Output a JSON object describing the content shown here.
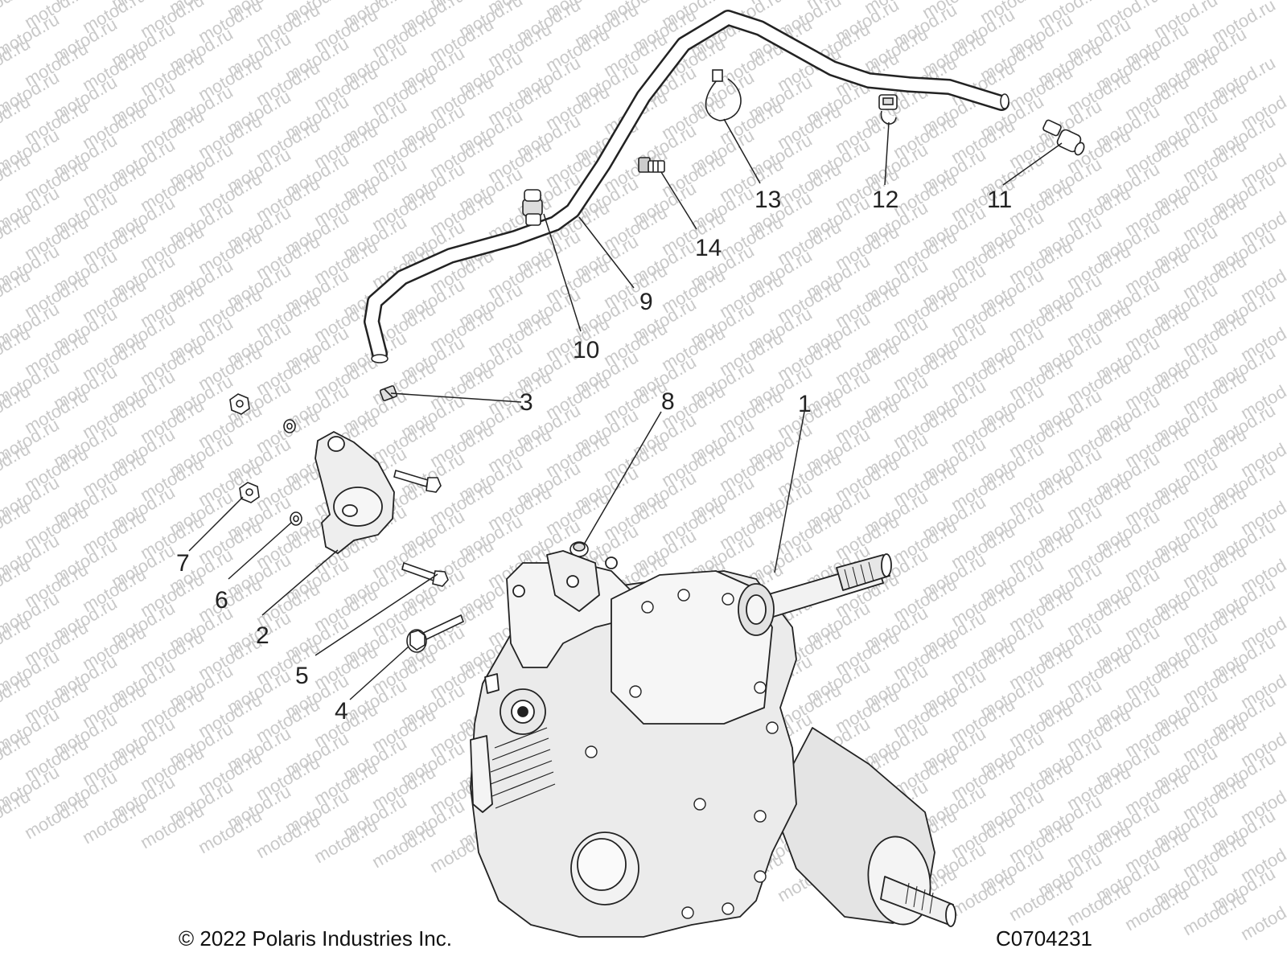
{
  "watermark": "motod.ru",
  "callouts": [
    {
      "id": "1",
      "label": "1"
    },
    {
      "id": "2",
      "label": "2"
    },
    {
      "id": "3",
      "label": "3"
    },
    {
      "id": "4",
      "label": "4"
    },
    {
      "id": "5",
      "label": "5"
    },
    {
      "id": "6",
      "label": "6"
    },
    {
      "id": "7",
      "label": "7"
    },
    {
      "id": "8",
      "label": "8"
    },
    {
      "id": "9",
      "label": "9"
    },
    {
      "id": "10",
      "label": "10"
    },
    {
      "id": "11",
      "label": "11"
    },
    {
      "id": "12",
      "label": "12"
    },
    {
      "id": "13",
      "label": "13"
    },
    {
      "id": "14",
      "label": "14"
    }
  ],
  "footer": {
    "copyright": "© 2022 Polaris Industries Inc.",
    "diagram_code": "C0704231"
  },
  "colors": {
    "line": "#222222",
    "watermark": "#c9c9c9",
    "part_fill": "#ececec",
    "background": "#ffffff"
  }
}
